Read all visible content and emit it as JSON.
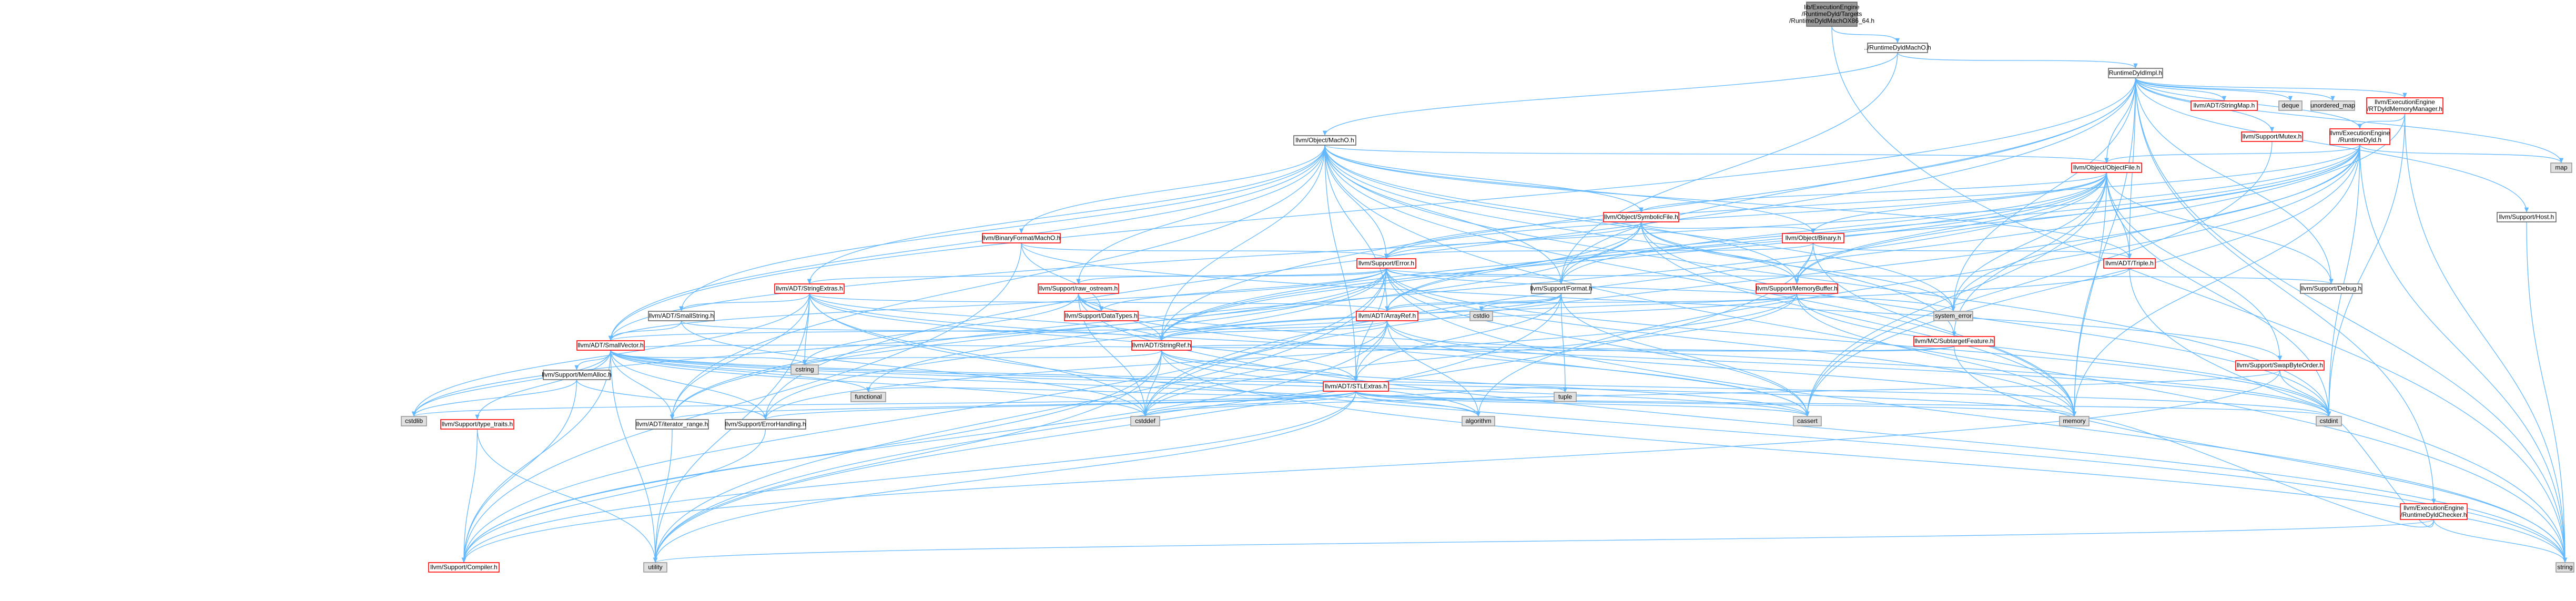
{
  "colors": {
    "root_fill": "#999999",
    "root_border": "#666666",
    "node_fill": "#ffffff",
    "red_border": "#ff0000",
    "black_border": "#666666",
    "gray_fill": "#e0e0e0",
    "gray_border": "#999999",
    "edge": "#63b8ff",
    "edge_dark": "#3b6fa8"
  },
  "nodes": [
    {
      "id": "root",
      "lines": [
        "lib/ExecutionEngine",
        "/RuntimeDyld/Targets",
        "/RuntimeDyldMachOX86_64.h"
      ],
      "style": "root"
    },
    {
      "id": "rdmacho",
      "lines": [
        "../RuntimeDyldMachO.h"
      ],
      "style": "black"
    },
    {
      "id": "rdimpl",
      "lines": [
        "RuntimeDyldImpl.h"
      ],
      "style": "black"
    },
    {
      "id": "objmacho",
      "lines": [
        "llvm/Object/MachO.h"
      ],
      "style": "black"
    },
    {
      "id": "strmap",
      "lines": [
        "llvm/ADT/StringMap.h"
      ],
      "style": "red"
    },
    {
      "id": "deque",
      "lines": [
        "deque"
      ],
      "style": "gray"
    },
    {
      "id": "umap",
      "lines": [
        "unordered_map"
      ],
      "style": "gray"
    },
    {
      "id": "rtdyldmm",
      "lines": [
        "llvm/ExecutionEngine",
        "/RTDyldMemoryManager.h"
      ],
      "style": "red"
    },
    {
      "id": "mutex",
      "lines": [
        "llvm/Support/Mutex.h"
      ],
      "style": "red"
    },
    {
      "id": "rtdyld",
      "lines": [
        "llvm/ExecutionEngine",
        "/RuntimeDyld.h"
      ],
      "style": "red"
    },
    {
      "id": "map",
      "lines": [
        "map"
      ],
      "style": "gray"
    },
    {
      "id": "host",
      "lines": [
        "llvm/Support/Host.h"
      ],
      "style": "black"
    },
    {
      "id": "objfile",
      "lines": [
        "llvm/Object/ObjectFile.h"
      ],
      "style": "red"
    },
    {
      "id": "symfile",
      "lines": [
        "llvm/Object/SymbolicFile.h"
      ],
      "style": "red"
    },
    {
      "id": "binfmt",
      "lines": [
        "llvm/BinaryFormat/MachO.h"
      ],
      "style": "red"
    },
    {
      "id": "binary",
      "lines": [
        "llvm/Object/Binary.h"
      ],
      "style": "red"
    },
    {
      "id": "error",
      "lines": [
        "llvm/Support/Error.h"
      ],
      "style": "red"
    },
    {
      "id": "triple",
      "lines": [
        "llvm/ADT/Triple.h"
      ],
      "style": "red"
    },
    {
      "id": "strextras",
      "lines": [
        "llvm/ADT/StringExtras.h"
      ],
      "style": "red"
    },
    {
      "id": "rawos",
      "lines": [
        "llvm/Support/raw_ostream.h"
      ],
      "style": "red"
    },
    {
      "id": "format",
      "lines": [
        "llvm/Support/Format.h"
      ],
      "style": "black"
    },
    {
      "id": "membuf",
      "lines": [
        "llvm/Support/MemoryBuffer.h"
      ],
      "style": "red"
    },
    {
      "id": "debug",
      "lines": [
        "llvm/Support/Debug.h"
      ],
      "style": "black"
    },
    {
      "id": "syserr",
      "lines": [
        "system_error"
      ],
      "style": "gray"
    },
    {
      "id": "smallstr",
      "lines": [
        "llvm/ADT/SmallString.h"
      ],
      "style": "black"
    },
    {
      "id": "datatypes",
      "lines": [
        "llvm/Support/DataTypes.h"
      ],
      "style": "red"
    },
    {
      "id": "cstdio",
      "lines": [
        "cstdio"
      ],
      "style": "gray"
    },
    {
      "id": "arrayref",
      "lines": [
        "llvm/ADT/ArrayRef.h"
      ],
      "style": "red"
    },
    {
      "id": "subtarget",
      "lines": [
        "llvm/MC/SubtargetFeature.h"
      ],
      "style": "red"
    },
    {
      "id": "swap",
      "lines": [
        "llvm/Support/SwapByteOrder.h"
      ],
      "style": "red"
    },
    {
      "id": "smallvec",
      "lines": [
        "llvm/ADT/SmallVector.h"
      ],
      "style": "red"
    },
    {
      "id": "cstring",
      "lines": [
        "cstring"
      ],
      "style": "gray"
    },
    {
      "id": "stringref",
      "lines": [
        "llvm/ADT/StringRef.h"
      ],
      "style": "red"
    },
    {
      "id": "memalloc",
      "lines": [
        "llvm/Support/MemAlloc.h"
      ],
      "style": "black"
    },
    {
      "id": "stlextras",
      "lines": [
        "llvm/ADT/STLExtras.h"
      ],
      "style": "red"
    },
    {
      "id": "cstdlib",
      "lines": [
        "cstdlib"
      ],
      "style": "gray"
    },
    {
      "id": "typetraits",
      "lines": [
        "llvm/Support/type_traits.h"
      ],
      "style": "red"
    },
    {
      "id": "iterrange",
      "lines": [
        "llvm/ADT/iterator_range.h"
      ],
      "style": "black"
    },
    {
      "id": "errhandling",
      "lines": [
        "llvm/Support/ErrorHandling.h"
      ],
      "style": "black"
    },
    {
      "id": "functional",
      "lines": [
        "functional"
      ],
      "style": "gray"
    },
    {
      "id": "cstddef",
      "lines": [
        "cstddef"
      ],
      "style": "gray"
    },
    {
      "id": "algorithm",
      "lines": [
        "algorithm"
      ],
      "style": "gray"
    },
    {
      "id": "tuple",
      "lines": [
        "tuple"
      ],
      "style": "gray"
    },
    {
      "id": "cassert",
      "lines": [
        "cassert"
      ],
      "style": "gray"
    },
    {
      "id": "memory",
      "lines": [
        "memory"
      ],
      "style": "gray"
    },
    {
      "id": "cstdint",
      "lines": [
        "cstdint"
      ],
      "style": "gray"
    },
    {
      "id": "string",
      "lines": [
        "string"
      ],
      "style": "gray"
    },
    {
      "id": "utility",
      "lines": [
        "utility"
      ],
      "style": "gray"
    },
    {
      "id": "compiler",
      "lines": [
        "llvm/Support/Compiler.h"
      ],
      "style": "red"
    },
    {
      "id": "rdchecker",
      "lines": [
        "llvm/ExecutionEngine",
        "/RuntimeDyldChecker.h"
      ],
      "style": "red"
    }
  ],
  "edges": [
    [
      "root",
      "rdmacho"
    ],
    [
      "root",
      "string"
    ],
    [
      "rdmacho",
      "rdimpl"
    ],
    [
      "rdmacho",
      "objmacho"
    ],
    [
      "rdmacho",
      "format"
    ],
    [
      "rdimpl",
      "strmap"
    ],
    [
      "rdimpl",
      "deque"
    ],
    [
      "rdimpl",
      "umap"
    ],
    [
      "rdimpl",
      "rtdyldmm"
    ],
    [
      "rdimpl",
      "mutex"
    ],
    [
      "rdimpl",
      "rtdyld"
    ],
    [
      "rdimpl",
      "map"
    ],
    [
      "rdimpl",
      "host"
    ],
    [
      "rdimpl",
      "objfile"
    ],
    [
      "rdimpl",
      "triple"
    ],
    [
      "rdimpl",
      "smallvec"
    ],
    [
      "rdimpl",
      "stringref"
    ],
    [
      "rdimpl",
      "debug"
    ],
    [
      "rdimpl",
      "errhandling"
    ],
    [
      "rdimpl",
      "syserr"
    ],
    [
      "rdimpl",
      "format"
    ],
    [
      "rdimpl",
      "rdchecker"
    ],
    [
      "rdimpl",
      "memory"
    ],
    [
      "rdimpl",
      "string"
    ],
    [
      "rtdyldmm",
      "rtdyld"
    ],
    [
      "rtdyldmm",
      "cstddef"
    ],
    [
      "rtdyldmm",
      "cstdint"
    ],
    [
      "rtdyldmm",
      "string"
    ],
    [
      "mutex",
      "cassert"
    ],
    [
      "rtdyld",
      "objfile"
    ],
    [
      "rtdyld",
      "map"
    ],
    [
      "rtdyld",
      "stringref"
    ],
    [
      "rtdyld",
      "error"
    ],
    [
      "rtdyld",
      "membuf"
    ],
    [
      "rtdyld",
      "syserr"
    ],
    [
      "rtdyld",
      "algorithm"
    ],
    [
      "rtdyld",
      "cassert"
    ],
    [
      "rtdyld",
      "cstddef"
    ],
    [
      "rtdyld",
      "cstdint"
    ],
    [
      "rtdyld",
      "memory"
    ],
    [
      "rtdyld",
      "string"
    ],
    [
      "rtdyld",
      "arrayref"
    ],
    [
      "rtdyld",
      "smallvec"
    ],
    [
      "host",
      "string"
    ],
    [
      "objmacho",
      "objfile"
    ],
    [
      "objmacho",
      "symfile"
    ],
    [
      "objmacho",
      "binfmt"
    ],
    [
      "objmacho",
      "binary"
    ],
    [
      "objmacho",
      "error"
    ],
    [
      "objmacho",
      "triple"
    ],
    [
      "objmacho",
      "strextras"
    ],
    [
      "objmacho",
      "rawos"
    ],
    [
      "objmacho",
      "format"
    ],
    [
      "objmacho",
      "membuf"
    ],
    [
      "objmacho",
      "smallstr"
    ],
    [
      "objmacho",
      "arrayref"
    ],
    [
      "objmacho",
      "subtarget"
    ],
    [
      "objmacho",
      "smallvec"
    ],
    [
      "objmacho",
      "stringref"
    ],
    [
      "objmacho",
      "iterrange"
    ],
    [
      "objmacho",
      "cstdint"
    ],
    [
      "objmacho",
      "memory"
    ],
    [
      "objmacho",
      "string"
    ],
    [
      "objmacho",
      "syserr"
    ],
    [
      "objmacho",
      "stlextras"
    ],
    [
      "objfile",
      "symfile"
    ],
    [
      "objfile",
      "binary"
    ],
    [
      "objfile",
      "error"
    ],
    [
      "objfile",
      "triple"
    ],
    [
      "objfile",
      "membuf"
    ],
    [
      "objfile",
      "arrayref"
    ],
    [
      "objfile",
      "stringref"
    ],
    [
      "objfile",
      "iterrange"
    ],
    [
      "objfile",
      "cassert"
    ],
    [
      "objfile",
      "cstdint"
    ],
    [
      "objfile",
      "memory"
    ],
    [
      "objfile",
      "syserr"
    ],
    [
      "objfile",
      "swap"
    ],
    [
      "objfile",
      "debug"
    ],
    [
      "objfile",
      "format"
    ],
    [
      "objfile",
      "subtarget"
    ],
    [
      "symfile",
      "binary"
    ],
    [
      "symfile",
      "error"
    ],
    [
      "symfile",
      "format"
    ],
    [
      "symfile",
      "membuf"
    ],
    [
      "symfile",
      "iterrange"
    ],
    [
      "symfile",
      "cstdint"
    ],
    [
      "symfile",
      "memory"
    ],
    [
      "symfile",
      "syserr"
    ],
    [
      "symfile",
      "stringref"
    ],
    [
      "binfmt",
      "error"
    ],
    [
      "binfmt",
      "datatypes"
    ],
    [
      "binfmt",
      "compiler"
    ],
    [
      "binfmt",
      "swap"
    ],
    [
      "binary",
      "error"
    ],
    [
      "binary",
      "membuf"
    ],
    [
      "binary",
      "triple"
    ],
    [
      "binary",
      "memory"
    ],
    [
      "binary",
      "utility"
    ],
    [
      "error",
      "strextras"
    ],
    [
      "error",
      "rawos"
    ],
    [
      "error",
      "format"
    ],
    [
      "error",
      "debug"
    ],
    [
      "error",
      "smallvec"
    ],
    [
      "error",
      "stlextras"
    ],
    [
      "error",
      "errhandling"
    ],
    [
      "error",
      "compiler"
    ],
    [
      "error",
      "cassert"
    ],
    [
      "error",
      "cstdint"
    ],
    [
      "error",
      "cstdlib"
    ],
    [
      "error",
      "functional"
    ],
    [
      "error",
      "memory"
    ],
    [
      "error",
      "string"
    ],
    [
      "error",
      "syserr"
    ],
    [
      "error",
      "utility"
    ],
    [
      "error",
      "datatypes"
    ],
    [
      "error",
      "twine"
    ],
    [
      "triple",
      "stringref"
    ],
    [
      "triple",
      "string"
    ],
    [
      "strextras",
      "arrayref"
    ],
    [
      "strextras",
      "smallstr"
    ],
    [
      "strextras",
      "stringref"
    ],
    [
      "strextras",
      "cstddef"
    ],
    [
      "strextras",
      "cstdint"
    ],
    [
      "strextras",
      "cstdlib"
    ],
    [
      "strextras",
      "cstring"
    ],
    [
      "strextras",
      "iterrange"
    ],
    [
      "strextras",
      "string"
    ],
    [
      "strextras",
      "utility"
    ],
    [
      "strextras",
      "stlextras"
    ],
    [
      "rawos",
      "stringref"
    ],
    [
      "rawos",
      "datatypes"
    ],
    [
      "rawos",
      "cassert"
    ],
    [
      "rawos",
      "cstddef"
    ],
    [
      "rawos",
      "cstdint"
    ],
    [
      "rawos",
      "cstring"
    ],
    [
      "rawos",
      "string"
    ],
    [
      "rawos",
      "system_error"
    ],
    [
      "format",
      "arrayref"
    ],
    [
      "format",
      "stringref"
    ],
    [
      "format",
      "stlextras"
    ],
    [
      "format",
      "cassert"
    ],
    [
      "format",
      "cstdio"
    ],
    [
      "format",
      "tuple"
    ],
    [
      "format",
      "utility"
    ],
    [
      "membuf",
      "arrayref"
    ],
    [
      "membuf",
      "stringref"
    ],
    [
      "membuf",
      "cstddef"
    ],
    [
      "membuf",
      "cstdint"
    ],
    [
      "membuf",
      "memory"
    ],
    [
      "membuf",
      "errhandling"
    ],
    [
      "debug",
      "raw_ostream"
    ],
    [
      "smallstr",
      "smallvec"
    ],
    [
      "smallstr",
      "stringref"
    ],
    [
      "smallstr",
      "cstddef"
    ],
    [
      "arrayref",
      "smallvec"
    ],
    [
      "arrayref",
      "stlextras"
    ],
    [
      "arrayref",
      "compiler"
    ],
    [
      "arrayref",
      "algorithm"
    ],
    [
      "arrayref",
      "cassert"
    ],
    [
      "arrayref",
      "cstddef"
    ],
    [
      "arrayref",
      "iterator"
    ],
    [
      "arrayref",
      "memory"
    ],
    [
      "arrayref",
      "vector"
    ],
    [
      "arrayref",
      "stringref"
    ],
    [
      "subtarget",
      "stringref"
    ],
    [
      "subtarget",
      "string"
    ],
    [
      "subtarget",
      "smallvec"
    ],
    [
      "swap",
      "cstddef"
    ],
    [
      "swap",
      "cstdint"
    ],
    [
      "swap",
      "type_traits"
    ],
    [
      "swap",
      "compiler"
    ],
    [
      "smallvec",
      "compiler"
    ],
    [
      "smallvec",
      "memalloc"
    ],
    [
      "smallvec",
      "typetraits"
    ],
    [
      "smallvec",
      "algorithm"
    ],
    [
      "smallvec",
      "cassert"
    ],
    [
      "smallvec",
      "cstddef"
    ],
    [
      "smallvec",
      "cstdlib"
    ],
    [
      "smallvec",
      "cstring"
    ],
    [
      "smallvec",
      "functional"
    ],
    [
      "smallvec",
      "iterrange"
    ],
    [
      "smallvec",
      "memory"
    ],
    [
      "smallvec",
      "utility"
    ],
    [
      "smallvec",
      "errhandling"
    ],
    [
      "smallvec",
      "cstdint"
    ],
    [
      "stringref",
      "stlextras"
    ],
    [
      "stringref",
      "compiler"
    ],
    [
      "stringref",
      "algorithm"
    ],
    [
      "stringref",
      "cassert"
    ],
    [
      "stringref",
      "cstddef"
    ],
    [
      "stringref",
      "cstring"
    ],
    [
      "stringref",
      "limits"
    ],
    [
      "stringref",
      "string"
    ],
    [
      "stringref",
      "type_traits"
    ],
    [
      "stringref",
      "utility"
    ],
    [
      "memalloc",
      "compiler"
    ],
    [
      "memalloc",
      "errhandling"
    ],
    [
      "memalloc",
      "cstdlib"
    ],
    [
      "stlextras",
      "iterrange"
    ],
    [
      "stlextras",
      "errhandling"
    ],
    [
      "stlextras",
      "compiler"
    ],
    [
      "stlextras",
      "algorithm"
    ],
    [
      "stlextras",
      "cassert"
    ],
    [
      "stlextras",
      "cstddef"
    ],
    [
      "stlextras",
      "cstdint"
    ],
    [
      "stlextras",
      "cstdlib"
    ],
    [
      "stlextras",
      "functional"
    ],
    [
      "stlextras",
      "memory"
    ],
    [
      "stlextras",
      "tuple"
    ],
    [
      "stlextras",
      "utility"
    ],
    [
      "typetraits",
      "compiler"
    ],
    [
      "typetraits",
      "utility"
    ],
    [
      "iterrange",
      "utility"
    ],
    [
      "errhandling",
      "compiler"
    ],
    [
      "rdchecker",
      "cstdint"
    ],
    [
      "rdchecker",
      "memory"
    ],
    [
      "rdchecker",
      "string"
    ],
    [
      "rdchecker",
      "utility"
    ]
  ]
}
